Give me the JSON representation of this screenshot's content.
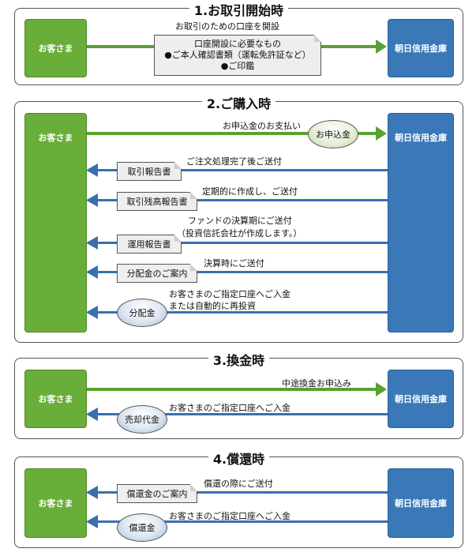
{
  "customer_label": "お客さま",
  "bank_label": "朝日信用金庫",
  "sections": [
    {
      "title": "1.お取引開始時",
      "arrow_label": "お取引のための口座を開設",
      "doc_lines": [
        "口座開設に必要なもの",
        "●ご本人確認書類（運転免許証など）",
        "●ご印鑑"
      ]
    },
    {
      "title": "2.ご購入時",
      "payment_label": "お申込金のお支払い",
      "payment_oval": "お申込金",
      "report1_doc": "取引報告書",
      "report1_note": "ご注文処理完了後ご送付",
      "report2_doc": "取引残高報告書",
      "report2_note": "定期的に作成し、ご送付",
      "report3_doc": "運用報告書",
      "report3_note_line1": "ファンドの決算期にご送付",
      "report3_note_line2": "（投資信託会社が作成します。）",
      "report4_doc": "分配金のご案内",
      "report4_note": "決算時にご送付",
      "dist_oval": "分配金",
      "dist_note_line1": "お客さまのご指定口座へご入金",
      "dist_note_line2": "または自動的に再投資"
    },
    {
      "title": "3.換金時",
      "redeem_label": "中途換金お申込み",
      "proceeds_oval": "売却代金",
      "proceeds_note": "お客さまのご指定口座へご入金"
    },
    {
      "title": "4.償還時",
      "notice_doc": "償還金のご案内",
      "notice_note": "償還の際にご送付",
      "redemption_oval": "償還金",
      "redemption_note": "お客さまのご指定口座へご入金"
    }
  ],
  "colors": {
    "green": "#6aae3a",
    "blue": "#3a78b8",
    "green_arrow": "#5aa032",
    "blue_arrow": "#3a6fae"
  }
}
